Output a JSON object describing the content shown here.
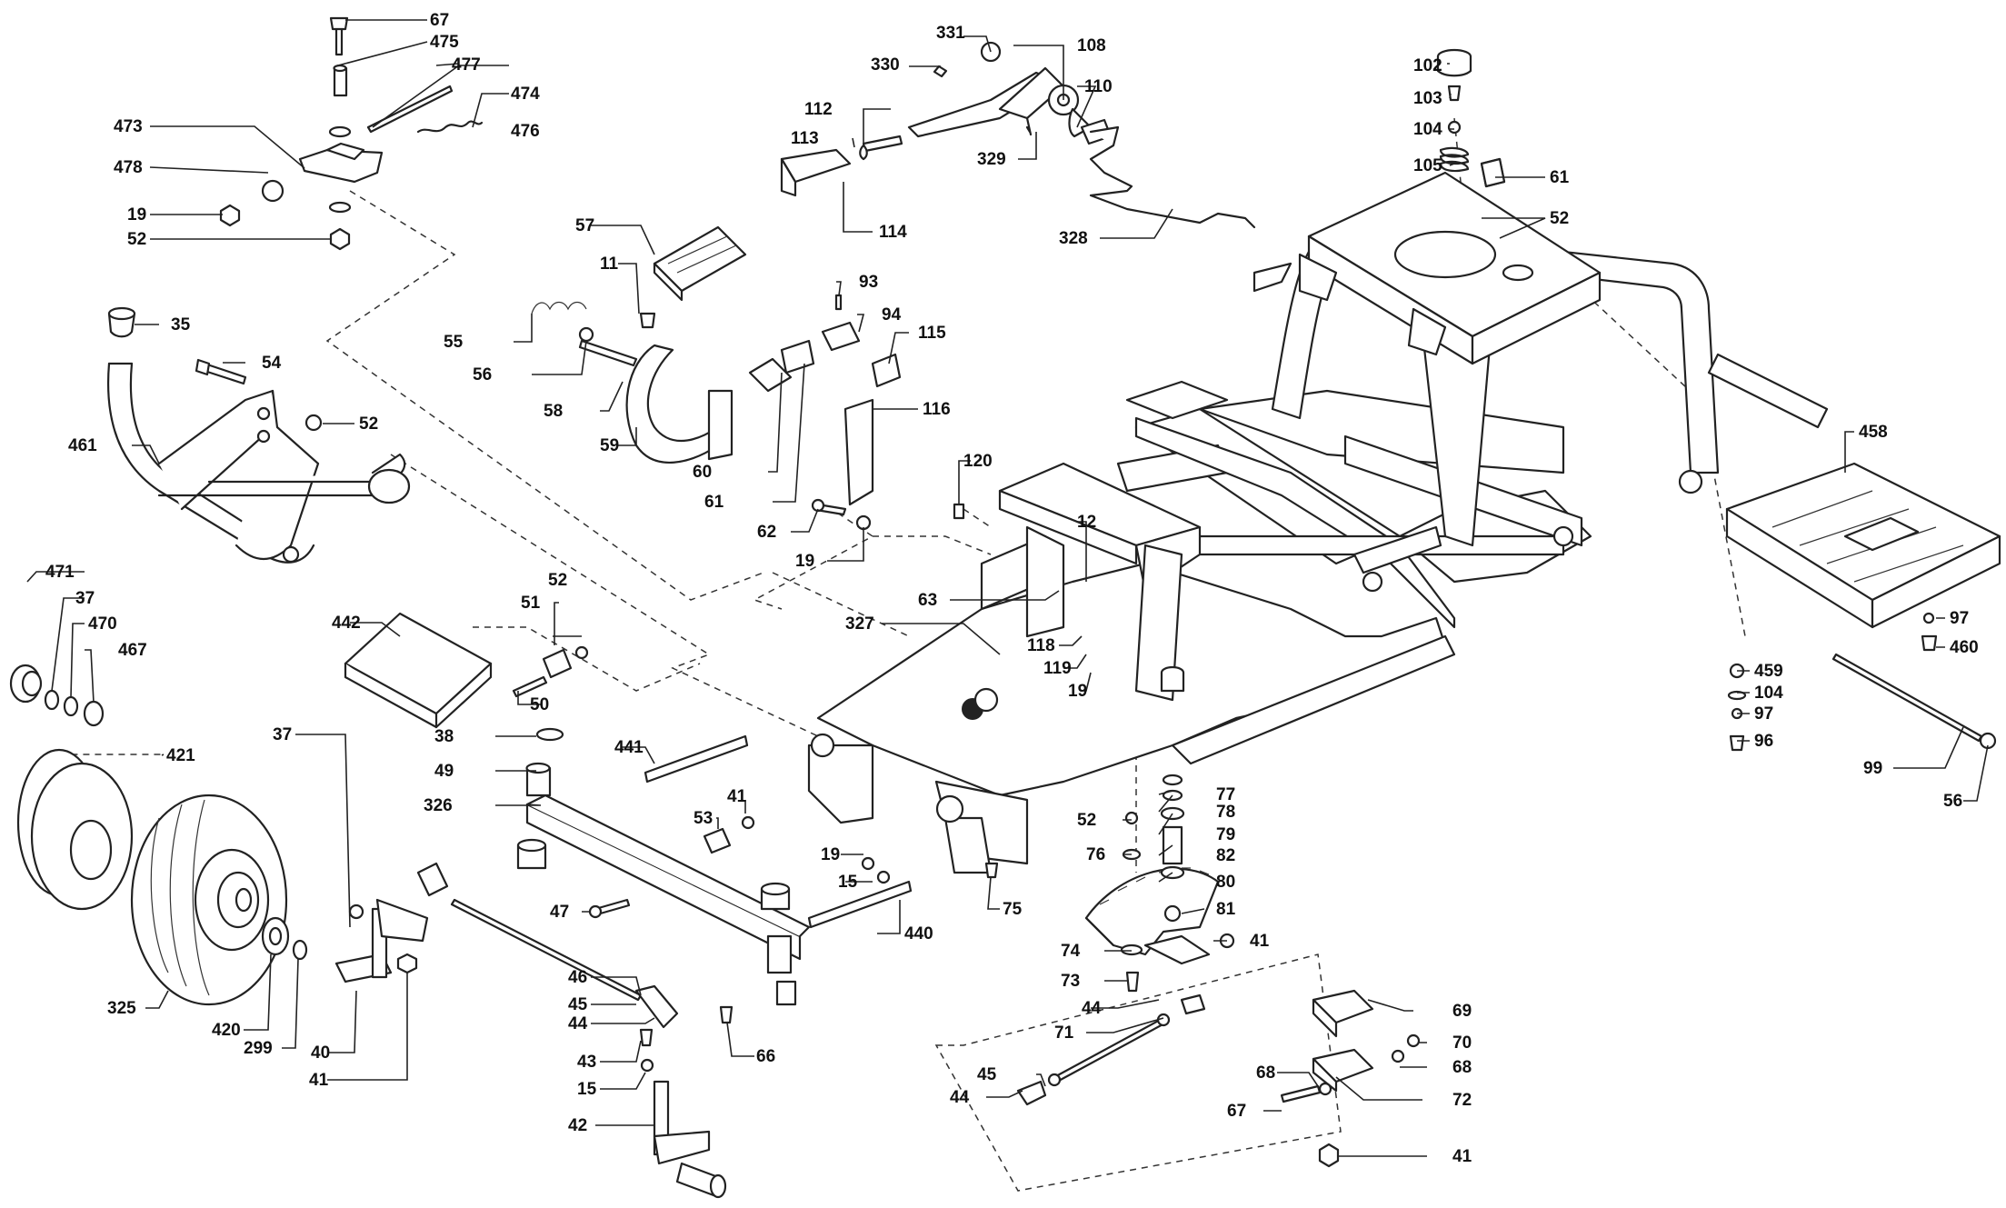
{
  "callouts": [
    "67",
    "475",
    "477",
    "474",
    "476",
    "473",
    "478",
    "19",
    "52",
    "331",
    "330",
    "108",
    "110",
    "112",
    "113",
    "329",
    "114",
    "328",
    "102",
    "103",
    "104",
    "105",
    "61",
    "52",
    "35",
    "54",
    "52",
    "461",
    "57",
    "11",
    "93",
    "94",
    "115",
    "55",
    "56",
    "58",
    "59",
    "60",
    "61",
    "116",
    "62",
    "19",
    "120",
    "12",
    "63",
    "118",
    "119",
    "19",
    "327",
    "458",
    "97",
    "460",
    "459",
    "104",
    "97",
    "96",
    "99",
    "56",
    "471",
    "37",
    "470",
    "467",
    "442",
    "51",
    "52",
    "50",
    "38",
    "49",
    "326",
    "441",
    "53",
    "41",
    "19",
    "15",
    "47",
    "440",
    "421",
    "325",
    "420",
    "299",
    "37",
    "40",
    "41",
    "46",
    "45",
    "44",
    "43",
    "15",
    "42",
    "66",
    "75",
    "52",
    "76",
    "77",
    "78",
    "79",
    "82",
    "80",
    "81",
    "74",
    "41",
    "73",
    "44",
    "71",
    "45",
    "44",
    "69",
    "70",
    "68",
    "72",
    "68",
    "67",
    "41"
  ]
}
